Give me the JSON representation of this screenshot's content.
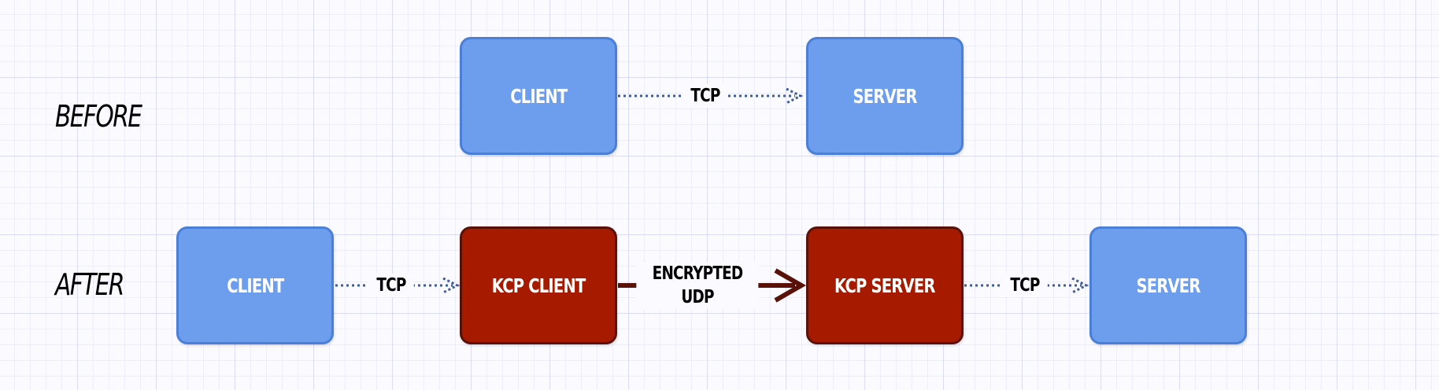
{
  "rows": {
    "before_label": "BEFORE",
    "after_label": "AFTER"
  },
  "nodes": {
    "before_client": "CLIENT",
    "before_server": "SERVER",
    "after_client": "CLIENT",
    "kcp_client": "KCP CLIENT",
    "kcp_server": "KCP SERVER",
    "after_server": "SERVER"
  },
  "edges": {
    "before_tcp": "TCP",
    "after_tcp_left": "TCP",
    "encrypted_udp_line1": "ENCRYPTED",
    "encrypted_udp_line2": "UDP",
    "after_tcp_right": "TCP"
  },
  "colors": {
    "blue_fill": "#6d9eee",
    "blue_border": "#4a7fd8",
    "red_fill": "#a61b00",
    "red_border": "#5a1208",
    "tcp_link": "#3e5c9a",
    "udp_link": "#5a1208"
  }
}
